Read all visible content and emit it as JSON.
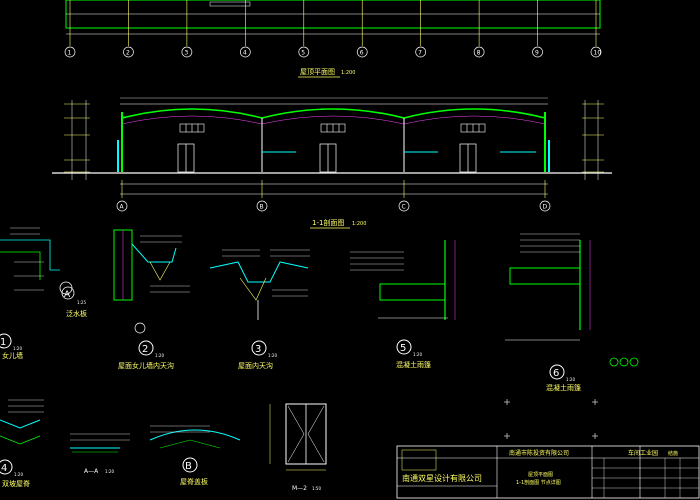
{
  "axes": {
    "top_numbers": [
      "1",
      "2",
      "3",
      "4",
      "5",
      "6",
      "7",
      "8",
      "9",
      "10"
    ],
    "section_letters": [
      "A",
      "B",
      "C",
      "D"
    ]
  },
  "views": {
    "roof_plan_title": "屋顶平面图",
    "roof_plan_scale": "1:200",
    "section_title": "1-1剖面图",
    "section_scale": "1:200"
  },
  "details": [
    {
      "num": "1",
      "scale": "1:20",
      "title": "女儿墙"
    },
    {
      "num": "2",
      "scale": "1:20",
      "title": "屋面女儿墙内天沟"
    },
    {
      "num": "3",
      "scale": "1:20",
      "title": "屋面内天沟"
    },
    {
      "num": "4",
      "scale": "1:20",
      "title": "双坡屋脊"
    },
    {
      "num": "5",
      "scale": "1:20",
      "title": "混凝土雨篷"
    },
    {
      "num": "6",
      "scale": "1:20",
      "title": "混凝土雨篷"
    }
  ],
  "small_labels": {
    "a_label": "A",
    "a_scale": "1:25",
    "a_title": "泛水板",
    "b_label": "B",
    "b_title": "屋脊盖板",
    "aa_label": "A—A",
    "aa_scale": "1:20",
    "m_label": "M—2",
    "m_scale": "1:50"
  },
  "title_block": {
    "client": "南通市陈投资有限公司",
    "project": "车间工业园",
    "design_firm": "南通双星设计有限公司",
    "drawing_name": "屋顶平面图",
    "drawing_name2": "1-1剖面图  节点详图",
    "drawing_no": "结施"
  }
}
